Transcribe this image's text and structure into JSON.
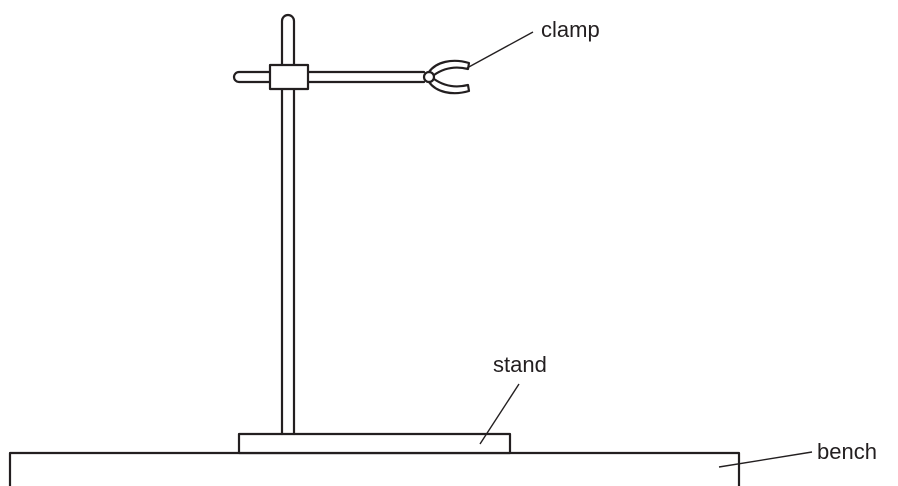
{
  "labels": {
    "clamp": "clamp",
    "stand": "stand",
    "bench": "bench"
  },
  "colors": {
    "ink": "#231f20",
    "background": "#ffffff"
  }
}
